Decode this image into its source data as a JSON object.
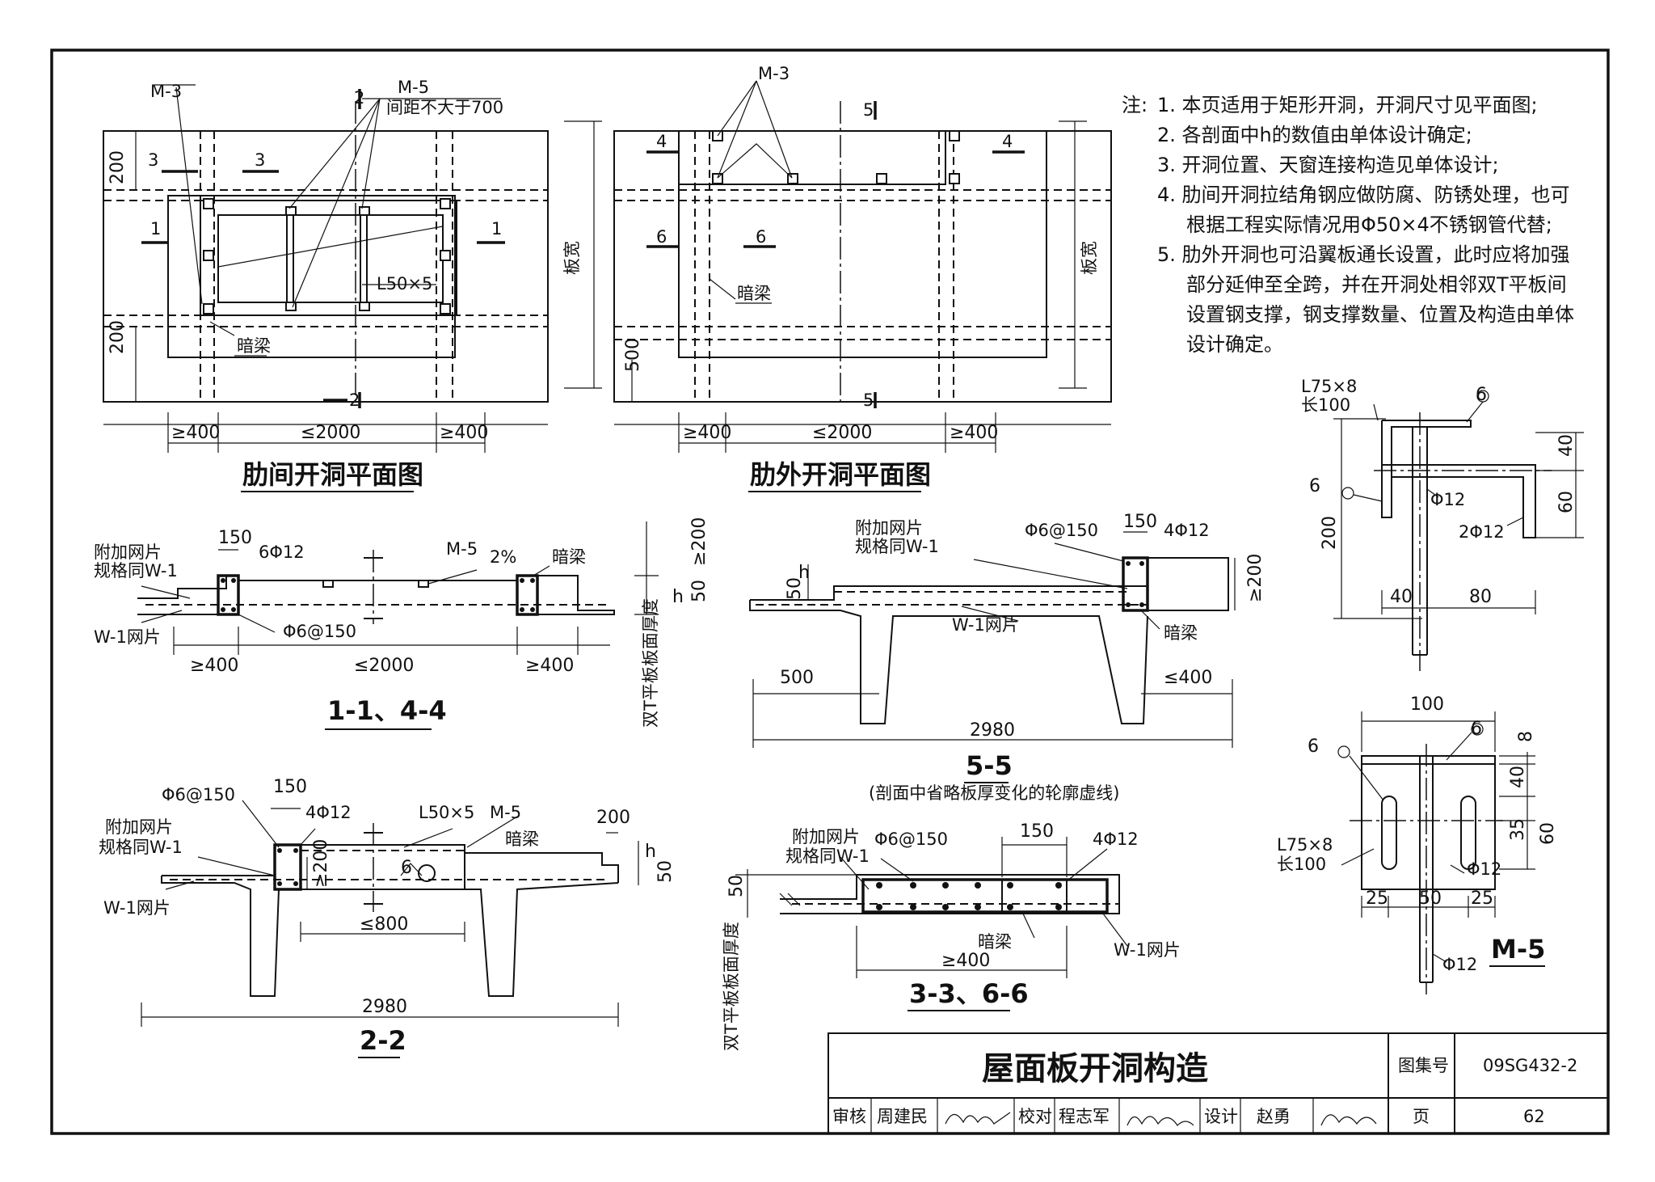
{
  "plan_rib": {
    "title": "肋间开洞平面图",
    "m3": "M-3",
    "m5": "M-5",
    "m5_note": "间距不大于700",
    "l50": "L50×5",
    "anliang": "暗梁",
    "sec1": "1",
    "sec2": "2",
    "sec3": "3",
    "d200a": "200",
    "d200b": "200",
    "bankuan": "板宽",
    "dim_left": "≥400",
    "dim_mid": "≤2000",
    "dim_right": "≥400"
  },
  "plan_out": {
    "title": "肋外开洞平面图",
    "m3": "M-3",
    "anliang": "暗梁",
    "sec4": "4",
    "sec5": "5",
    "sec6": "6",
    "d500": "500",
    "bankuan": "板宽",
    "dim_left": "≥400",
    "dim_mid": "≤2000",
    "dim_right": "≥400"
  },
  "notes": {
    "head": "注:",
    "items": [
      "1. 本页适用于矩形开洞，开洞尺寸见平面图;",
      "2. 各剖面中h的数值由单体设计确定;",
      "3. 开洞位置、天窗连接构造见单体设计;",
      "4. 肋间开洞拉结角钢应做防腐、防锈处理，也可",
      "根据工程实际情况用Φ50×4不锈钢管代替;",
      "5. 肋外开洞也可沿翼板通长设置，此时应将加强",
      "部分延伸至全跨，并在开洞处相邻双T平板间",
      "设置钢支撑，钢支撑数量、位置及构造由单体",
      "设计确定。"
    ]
  },
  "sec11": {
    "title": "1-1、4-4",
    "fujia1": "附加网片",
    "fujia2": "规格同W-1",
    "d150": "150",
    "bar4": "6Φ12",
    "m5": "M-5",
    "slope": "2%",
    "anliang": "暗梁",
    "w1": "W-1网片",
    "stirrup": "Φ6@150",
    "dim_left": "≥400",
    "dim_mid": "≤2000",
    "dim_right": "≥400",
    "d200": "≥200",
    "d50": "50",
    "h": "h",
    "vert": "双T平板板面厚度"
  },
  "sec55": {
    "title": "5-5",
    "sub": "(剖面中省略板厚变化的轮廓虚线)",
    "fujia1": "附加网片",
    "fujia2": "规格同W-1",
    "stirrup": "Φ6@150",
    "d150": "150",
    "bar4": "4Φ12",
    "h": "h",
    "d50": "50",
    "w1": "W-1网片",
    "anliang": "暗梁",
    "d200": "≥200",
    "d500": "500",
    "d400": "≤400",
    "d2980": "2980"
  },
  "sec22": {
    "title": "2-2",
    "stirrup": "Φ6@150",
    "d150": "150",
    "bar4": "4Φ12",
    "l50": "L50×5",
    "m5": "M-5",
    "fujia1": "附加网片",
    "fujia2": "规格同W-1",
    "anliang": "暗梁",
    "d200a": "200",
    "h": "h",
    "d50": "50",
    "d200b": "≥200",
    "w1": "W-1网片",
    "weld": "6",
    "d800": "≤800",
    "d2980": "2980"
  },
  "sec33": {
    "title": "3-3、6-6",
    "fujia1": "附加网片",
    "fujia2": "规格同W-1",
    "stirrup": "Φ6@150",
    "d150": "150",
    "bar4": "4Φ12",
    "d50": "50",
    "anliang": "暗梁",
    "w1": "W-1网片",
    "d400": "≥400",
    "vert": "双T平板板面厚度"
  },
  "detail_top": {
    "l75": "L75×8",
    "chang": "长100",
    "w6a": "6",
    "w6b": "6",
    "phi12": "Φ12",
    "bar2": "2Φ12",
    "d40": "40",
    "d60": "60",
    "d200": "200",
    "d40b": "40",
    "d80": "80"
  },
  "detail_m5": {
    "title": "M-5",
    "d100": "100",
    "w6a": "6",
    "w6b": "6",
    "d8": "8",
    "d40": "40",
    "d35": "35",
    "d60": "60",
    "l75": "L75×8",
    "chang": "长100",
    "phi12a": "Φ12",
    "phi12b": "Φ12",
    "d25a": "25",
    "d50": "50",
    "d25b": "25"
  },
  "titleblock": {
    "title": "屋面板开洞构造",
    "atlas_label": "图集号",
    "atlas_no": "09SG432-2",
    "review": "审核",
    "reviewer": "周建民",
    "check": "校对",
    "checker": "程志军",
    "design": "设计",
    "designer": "赵勇",
    "page_label": "页",
    "page_no": "62"
  }
}
